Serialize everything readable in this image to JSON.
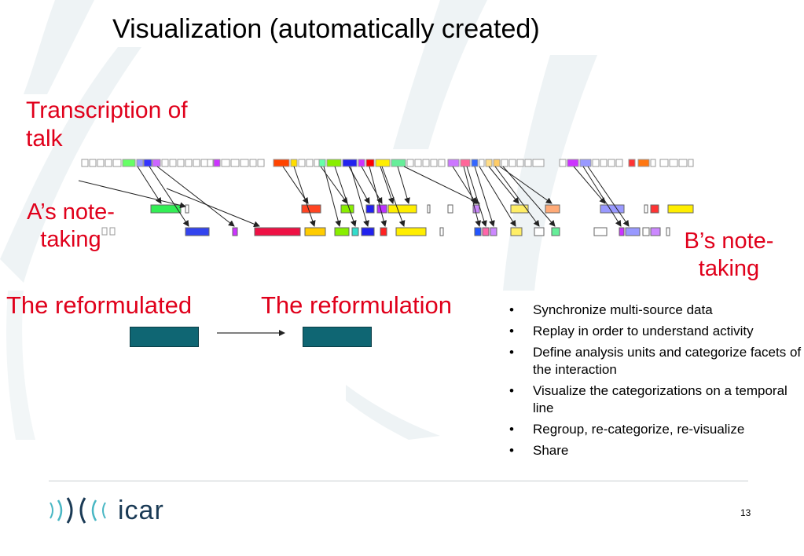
{
  "title": "Visualization (automatically created)",
  "labels": {
    "transcription": "Transcription of talk",
    "a_notes": "A’s note-taking",
    "b_notes": "B’s note-taking"
  },
  "reformulated_label": "The reformulated",
  "reformulation_label": "The reformulation",
  "bullets": [
    "Synchronize multi-source data",
    "Replay in order to understand activity",
    "Define analysis units and categorize facets of the interaction",
    "Visualize the categorizations on a temporal line",
    "Regroup, re-categorize, re-visualize",
    "Share"
  ],
  "bullet_char": "•",
  "page_number": "13",
  "logo": {
    "text": "icar",
    "arcs": "))((("
  },
  "colors": {
    "label_red": "#e0001b",
    "box_teal": "#0f6673",
    "bg_swoosh": "#e6edf0"
  }
}
